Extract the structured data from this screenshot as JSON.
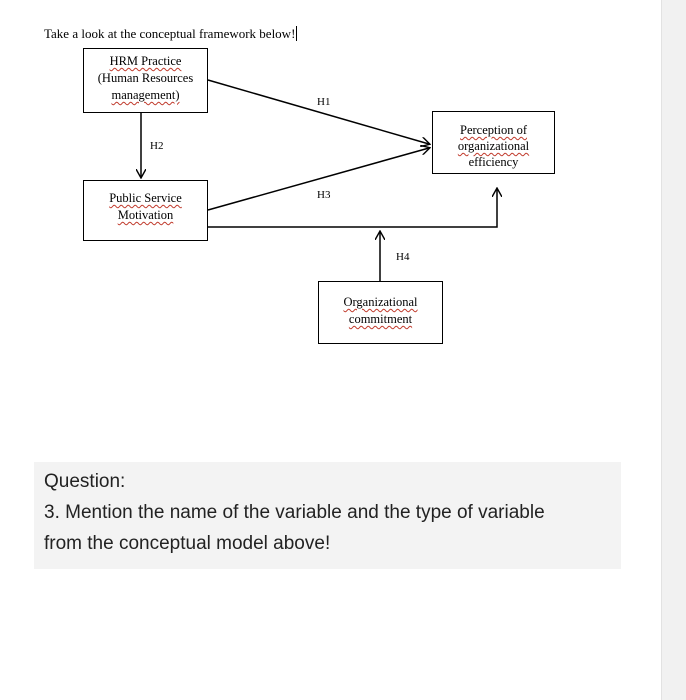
{
  "intro_text": "Take a look at the conceptual framework below!",
  "diagram": {
    "boxes": {
      "hrm": {
        "line1": "HRM Practice",
        "line2": "(Human Resources",
        "line3": "management)"
      },
      "psm": {
        "line1": "Public Service",
        "line2": "Motivation"
      },
      "poe": {
        "line1": "Perception of",
        "line2": "organizational",
        "line3": "efficiency"
      },
      "oc": {
        "line1": "Organizational",
        "line2": "commitment"
      }
    },
    "hypotheses": {
      "h1": "H1",
      "h2": "H2",
      "h3": "H3",
      "h4": "H4"
    }
  },
  "question": {
    "heading": "Question:",
    "line1": "3. Mention the name of the variable and the type of variable",
    "line2": "from the conceptual model above!"
  }
}
